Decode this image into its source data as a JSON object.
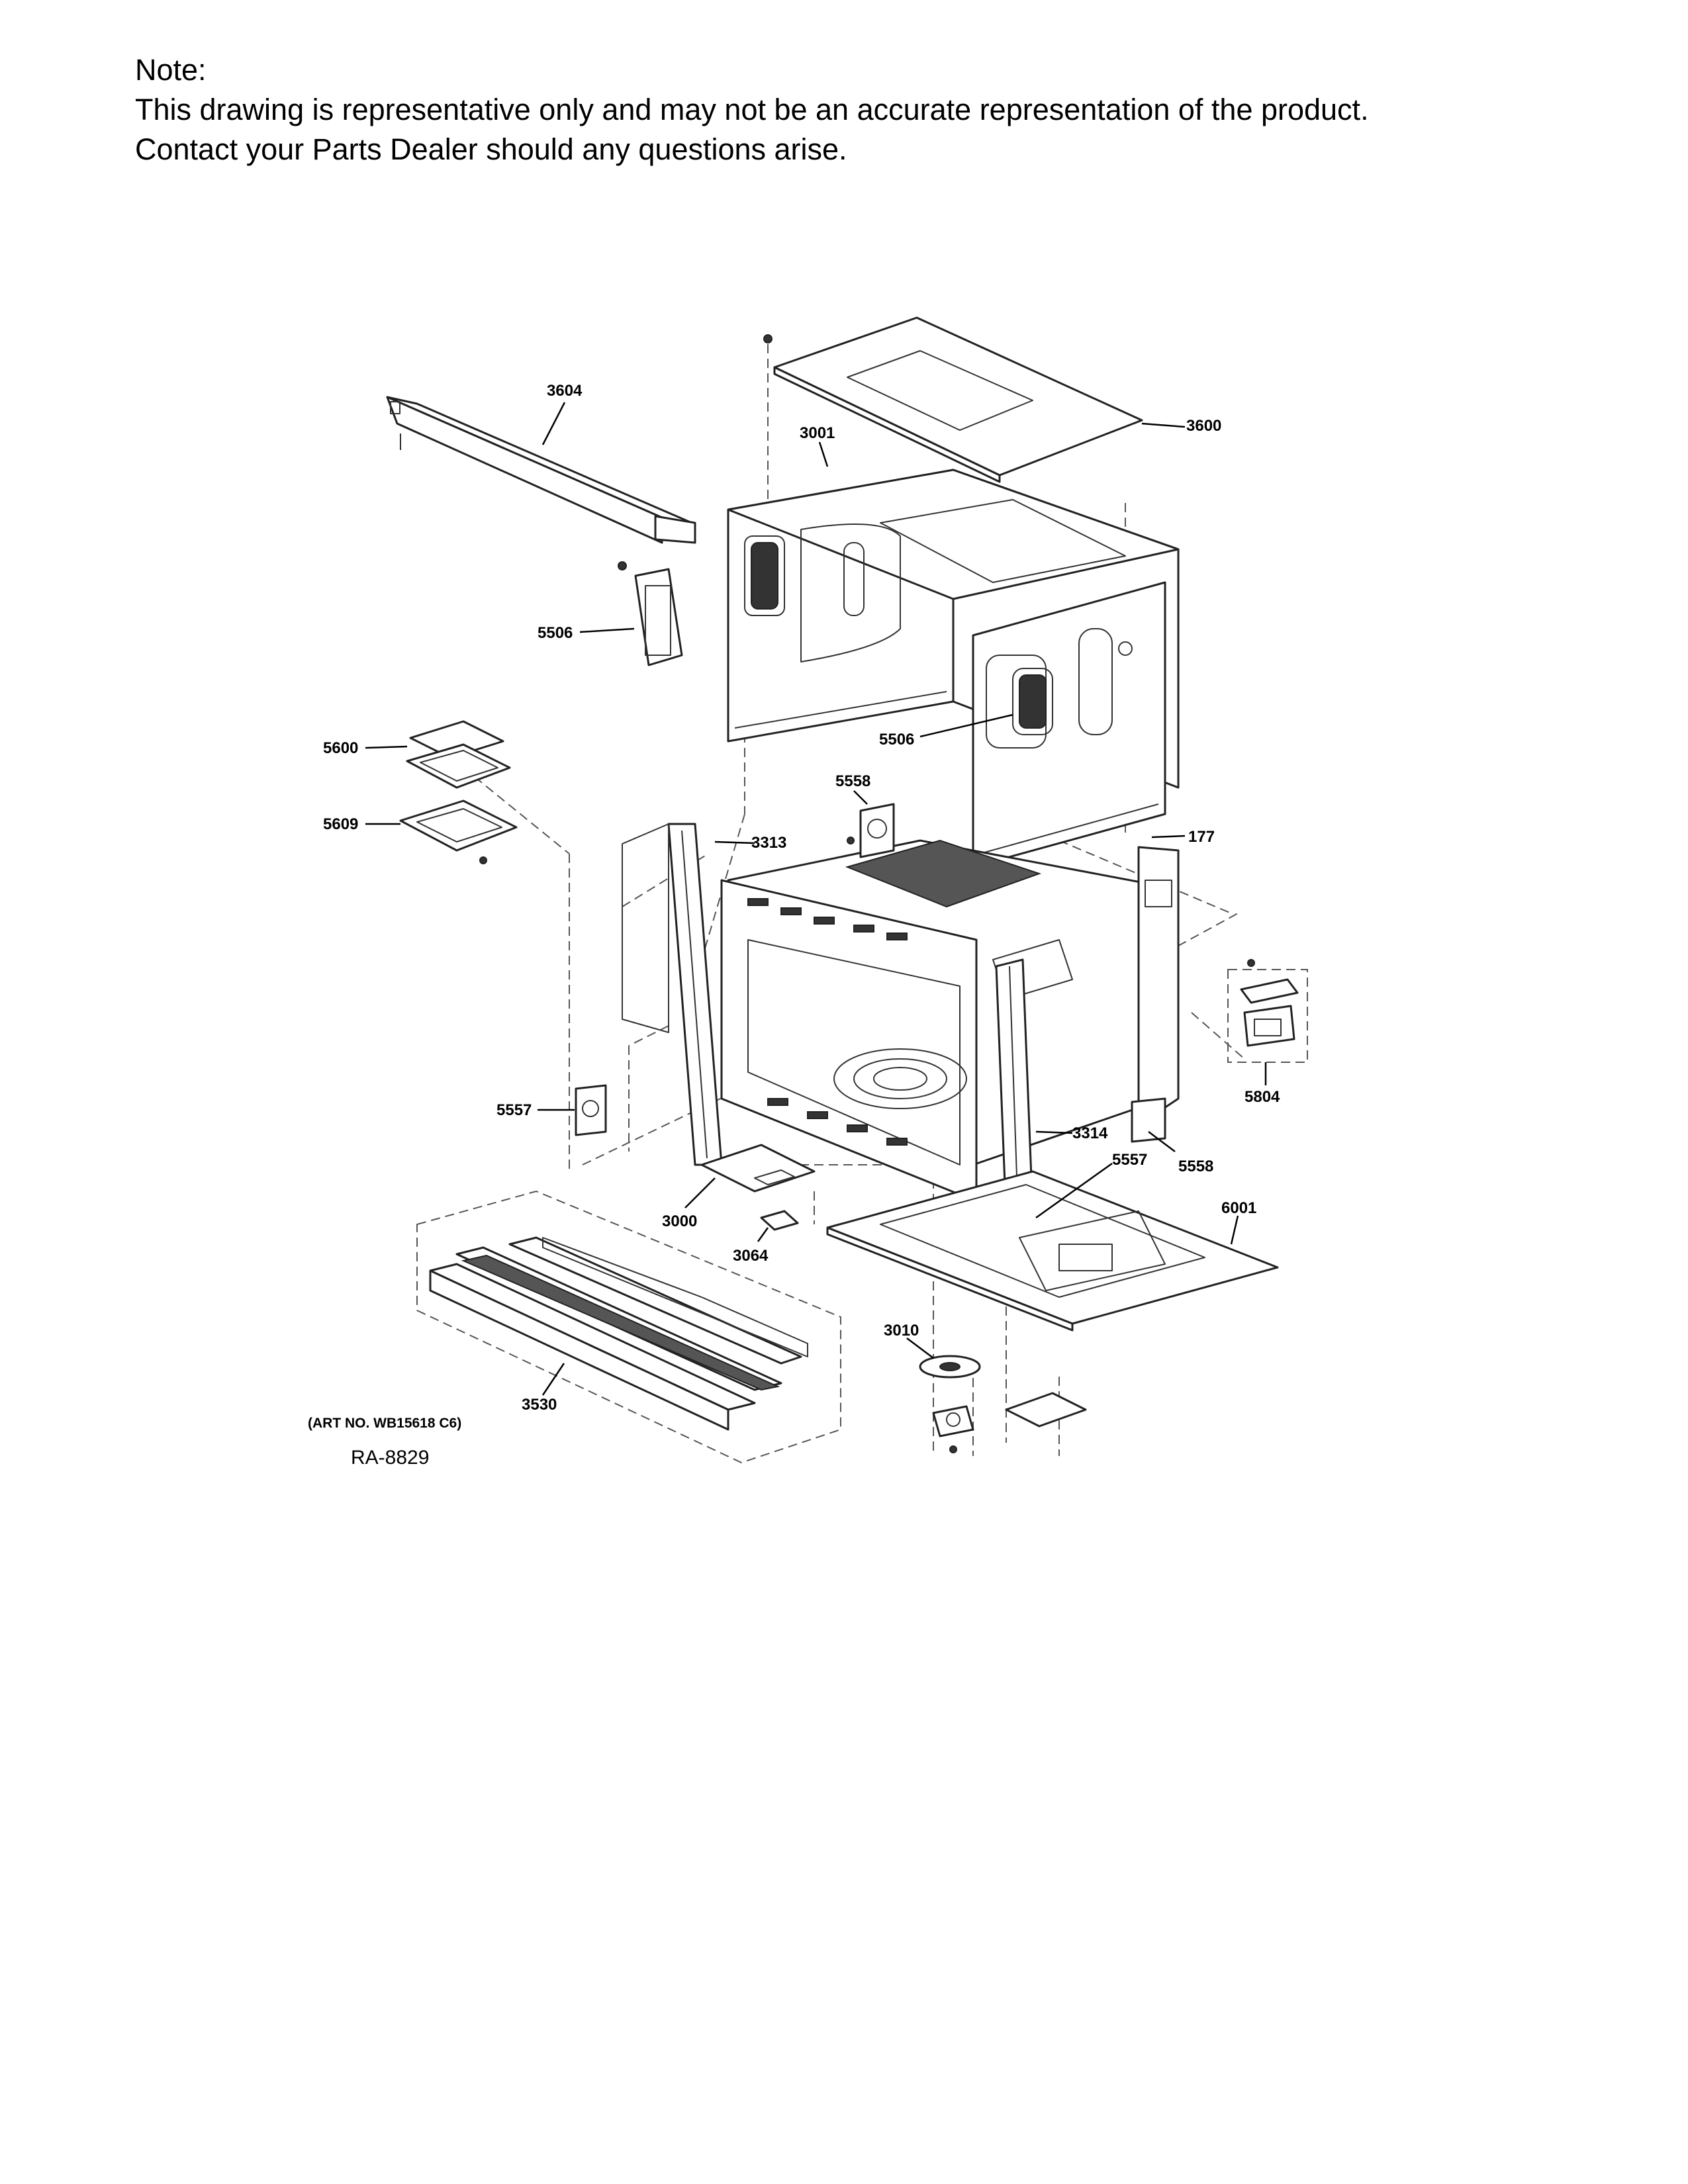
{
  "note": {
    "heading": "Note:",
    "line1": "This drawing is representative only and may not be an accurate representation of the product.",
    "line2": "Contact your Parts Dealer should any questions arise."
  },
  "callouts": {
    "c3604": "3604",
    "c3600": "3600",
    "c3001": "3001",
    "c5506a": "5506",
    "c5506b": "5506",
    "c5600": "5600",
    "c5609": "5609",
    "c5558a": "5558",
    "c3313": "3313",
    "c177": "177",
    "c5804": "5804",
    "c5557a": "5557",
    "c3314": "3314",
    "c5557b": "5557",
    "c5558b": "5558",
    "c6001": "6001",
    "c3000": "3000",
    "c3064": "3064",
    "c3010": "3010",
    "c3530": "3530"
  },
  "art_number": "(ART NO. WB15618 C6)",
  "drawing_id": "RA-8829"
}
